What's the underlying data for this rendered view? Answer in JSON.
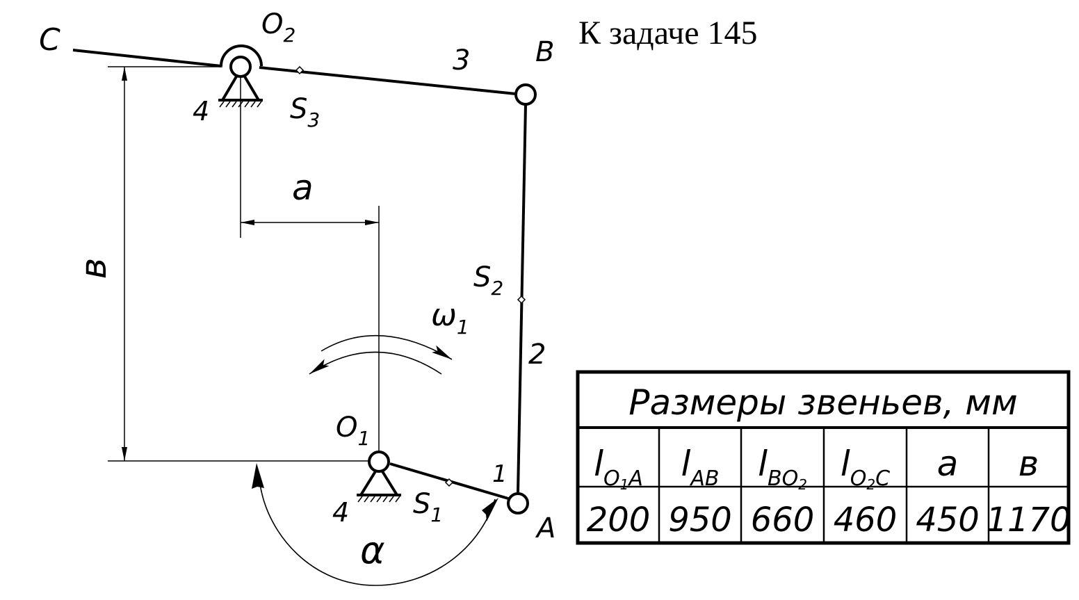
{
  "title": "К задаче 145",
  "labels": {
    "C": "C",
    "O2": "O",
    "O2_sub": "2",
    "B": "B",
    "link3": "3",
    "support_top": "4",
    "S3": "S",
    "S3_sub": "3",
    "a": "a",
    "b": "в",
    "S2": "S",
    "S2_sub": "2",
    "omega": "ω",
    "omega_sub": "1",
    "link2": "2",
    "O1": "O",
    "O1_sub": "1",
    "link1": "1",
    "support_bottom": "4",
    "S1": "S",
    "S1_sub": "1",
    "A": "A",
    "alpha": "α"
  },
  "table": {
    "caption": "Размеры звеньев, мм",
    "headers": [
      {
        "main": "l",
        "sub": "O",
        "sub2": "1",
        "tail": "A"
      },
      {
        "main": "l",
        "sub": "AB",
        "sub2": "",
        "tail": ""
      },
      {
        "main": "l",
        "sub": "BO",
        "sub2": "2",
        "tail": ""
      },
      {
        "main": "l",
        "sub": "O",
        "sub2": "2",
        "tail": "C"
      },
      {
        "main": "a",
        "sub": "",
        "sub2": "",
        "tail": ""
      },
      {
        "main": "в",
        "sub": "",
        "sub2": "",
        "tail": ""
      }
    ],
    "values": [
      "200",
      "950",
      "660",
      "460",
      "450",
      "1170"
    ]
  }
}
